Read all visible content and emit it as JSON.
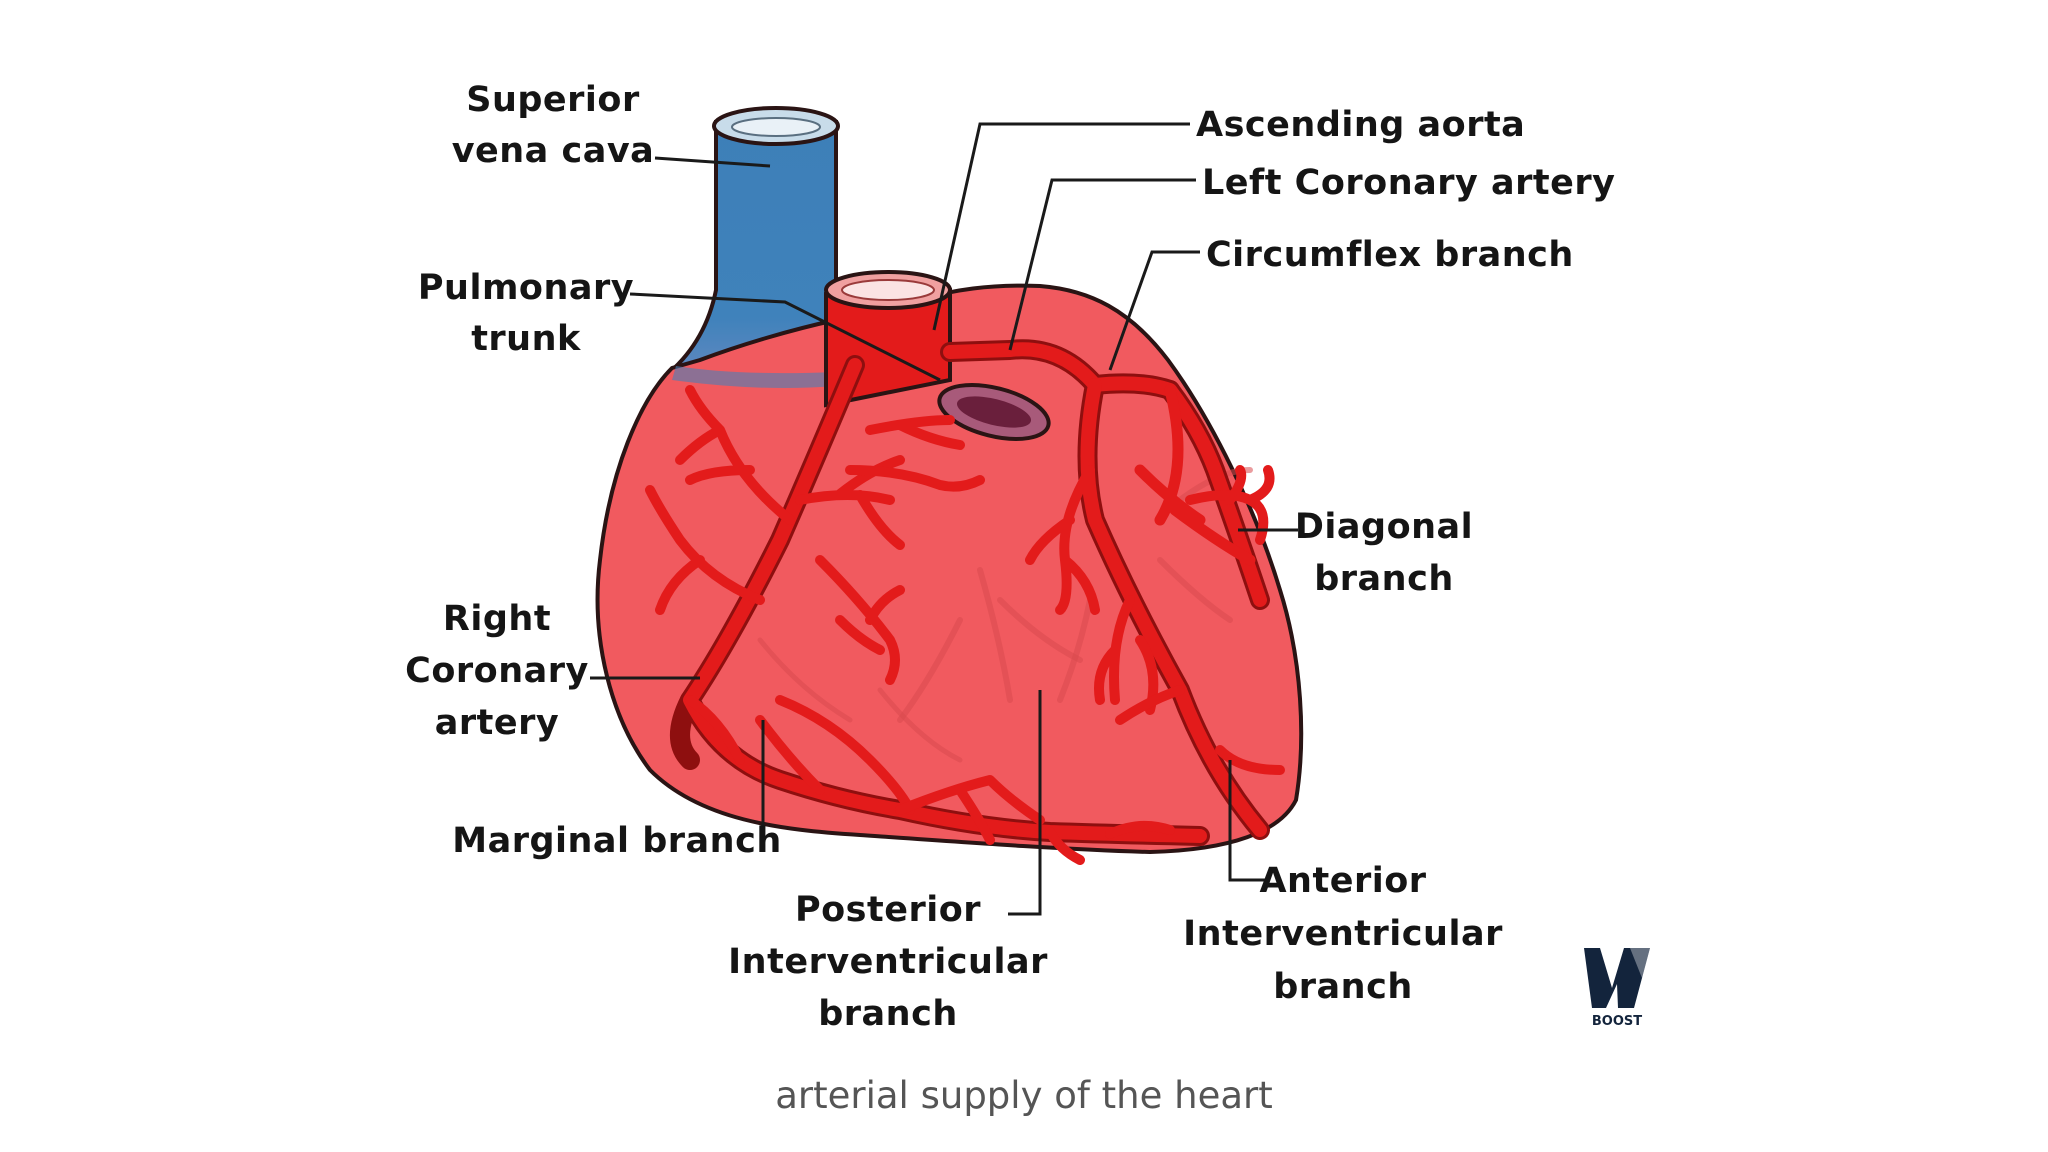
{
  "labels": {
    "superior_vena_cava": [
      "Superior",
      "vena cava"
    ],
    "pulmonary_trunk": [
      "Pulmonary",
      "trunk"
    ],
    "right_coronary_artery": [
      "Right",
      "Coronary",
      "artery"
    ],
    "marginal_branch": "Marginal branch",
    "posterior_interventricular_branch": [
      "Posterior",
      "Interventricular",
      "branch"
    ],
    "anterior_interventricular_branch": [
      "Anterior",
      "Interventricular",
      "branch"
    ],
    "ascending_aorta": "Ascending aorta",
    "left_coronary_artery": "Left Coronary artery",
    "circumflex_branch": "Circumflex branch",
    "diagonal_branch": [
      "Diagonal",
      "branch"
    ]
  },
  "logo_text": "BOOST",
  "caption": "arterial supply of the heart",
  "colors": {
    "heart": "#f15a5f",
    "artery": "#e31b1b",
    "vena_cava": "#3d7fb8",
    "pulmonary_opening": "#7a2a4a"
  }
}
